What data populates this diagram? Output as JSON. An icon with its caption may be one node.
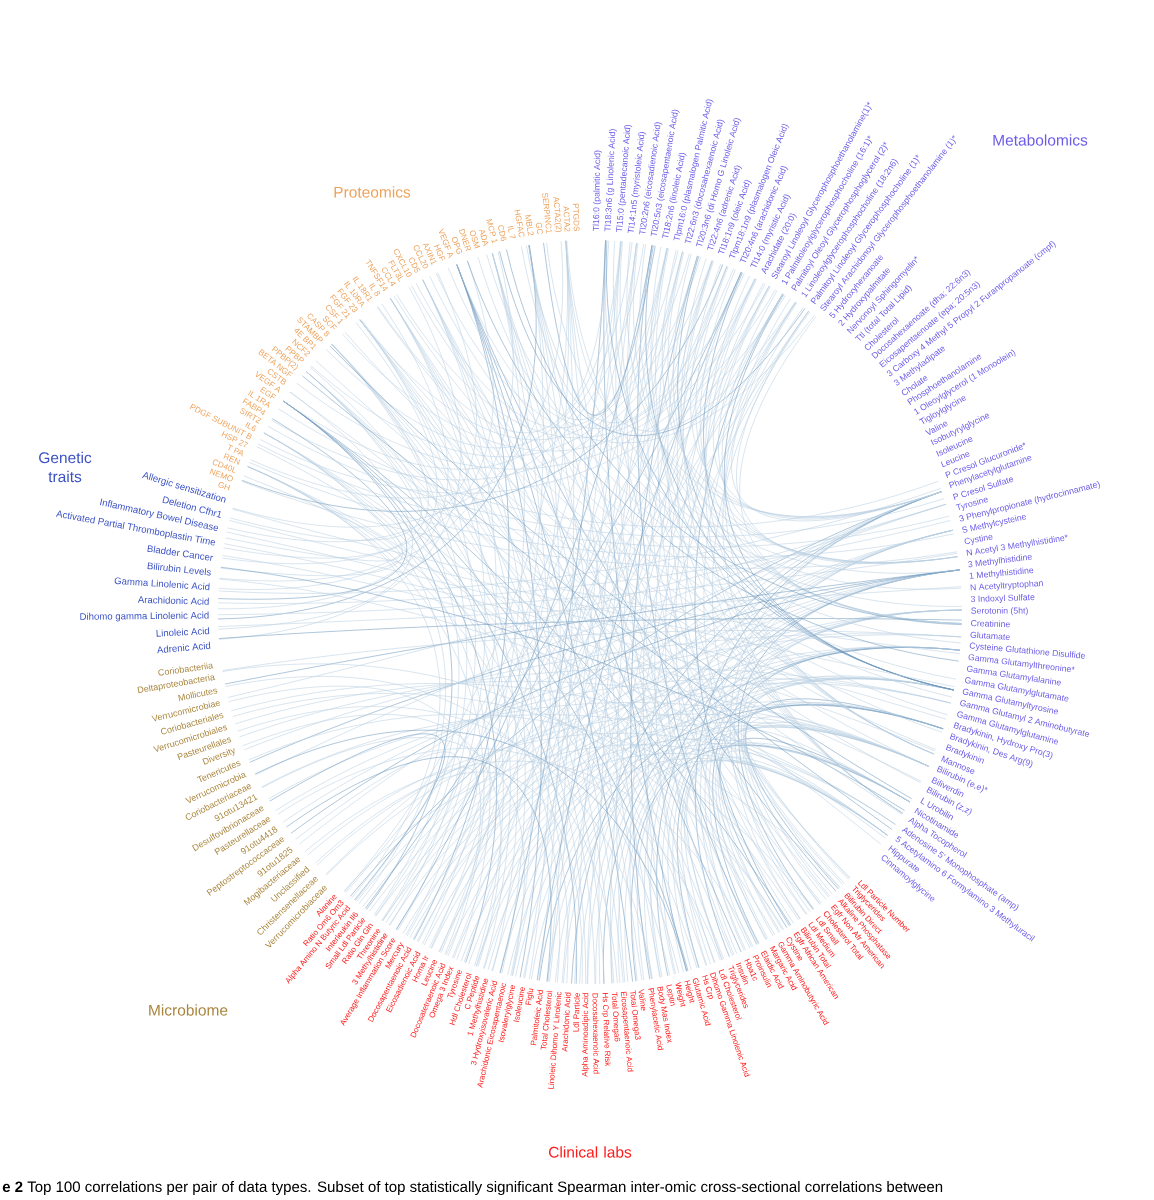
{
  "diagram": {
    "caption": "**e 2** Top 100 correlations per pair of data types. Subset of top statistically significant Spearman inter-omic cross-sectional correlations between",
    "labels": [
      "Metabolomics",
      "Tl16:0 (palmitic Acid)",
      "Tl18:3n6 (g Linolenic Acid)",
      "Tl15:0 (pentadecanoic Acid)",
      "Tl14:1n5 (myristoleic Acid)",
      "Tl20:2n6 (eicosadienoic Acid)",
      "Tl20:5n3 (eicosapentaenoic Acid)",
      "Tl18:2n6 (linoleic Acid)",
      "Tlpm16:0 (plasmalogen Palmitic Acid)",
      "Tl22:6n3 (docosahexaenoic Acid)",
      "Tl20:3n6 (di Homo G Linoleic Acid)",
      "Tl22:4n6 (adrenic Acid)",
      "Tl18:1n9 (oleic Acid)",
      "Tlpm18:1n9 (plasmalogen Oleic Acid)",
      "Tl20:4n6 (arachidonic Acid)",
      "Tl14:0 (myristic Acid)",
      "Arachidate (20:0)",
      "Stearoyl Linoleoyl Glycerophosphoethanolamine(1)*",
      "1 Palmitoleoylglycerophosphocholine (16:1)*",
      "Palmitoyl Oleoyl Glycerophosphoglycerol (2)*",
      "1 Linoleoylglycerophosphocholine (18:2n6)",
      "Palmitoyl Linoleoyl Glycerophosphocholine (1)*",
      "Stearoyl Arachidonoyl Glycerophosphoethanolamine (1)*",
      "5 Hydroxyhexanoate",
      "2 Hydroxypalmitate",
      "Nervonoyl Sphingomyelin*",
      "Ttl (total Total Lipid)",
      "Cholesterol",
      "Docosahexaenoate (dha; 22:6n3)",
      "Eicosapentaenoate (epa; 20:5n3)",
      "3 Carboxy 4 Methyl 5 Propyl 2 Furanpropanoate (cmpf)",
      "3 Methyladipate",
      "Cholate",
      "Phosphoethanolamine",
      "1 Oleoylglycerol (1 Monoolein)",
      "Tigloylglycine",
      "Valine",
      "Isobutyrylglycine",
      "Isoleucine",
      "Leucine",
      "P Cresol Glucuronide*",
      "Phenylacetylglutamine",
      "P Cresol Sulfate",
      "Tyrosine",
      "3 Phenylpropionate (hydrocinnamate)",
      "S Methylcysteine",
      "Cystine",
      "N Acetyl 3 Methylhistidine*",
      "3 Methylhistidine",
      "1 Methylhistidine",
      "N Acetyltryptophan",
      "3 Indoxyl Sulfate",
      "Serotonin (5ht)",
      "Creatinine",
      "Glutamate",
      "Cysteine Glutathione Disulfide",
      "Gamma Glutamylthreonine*",
      "Gamma Glutamylalanine",
      "Gamma Glutamylglutamate",
      "Gamma Glutamyltyrosine",
      "Gamma Glutamyl 2 Aminobutyrate",
      "Gamma Glutamylglutamine",
      "Bradykinin, Hydroxy Pro(3)",
      "Bradykinin, Des Arg(9)",
      "Bradykinin",
      "Mannose",
      "Bilirubin (e,e)*",
      "Biliverdin",
      "Bilirubin (z,z)",
      "L Urobilin",
      "Nicotinamide",
      "Alpha Tocopherol",
      "Adenosine 5' Monophosphate (amp)",
      "5 Acetylamino 6 Formylamino 3 Methyluracil",
      "Hippurate",
      "Cinnamoylglycine",
      "Alanine",
      "Ratio Om6 Om3",
      "Alpha Amino N Butyric Acid",
      "Interleukin Il6",
      "Small Ldl Particle",
      "Ratio Gln Gln",
      "Threonine",
      "3 Methylhistidine",
      "Average Inflammation Score",
      "Mercury",
      "Docosapentaenoic Acid",
      "Eicosadienoic Acid",
      "Homa Ir",
      "Leucine",
      "Docosatetraenoic Acid",
      "Omega 3 Index",
      "Tyrosine",
      "Hdl Cholesterol",
      "C Peptide",
      "1 Methylhistidine",
      "3 Hydroxyisovaleric Acid",
      "Arachidonic Eicosapentaenoic",
      "Isovalerylglycine",
      "Isoleucine",
      "Figlu",
      "Palmitoleic Acid",
      "Total Cholesterol",
      "Linoleic Dihomo Y Linolenic",
      "Arachidonic Acid",
      "Ldl Particle",
      "Alpha Aminoadipic Acid",
      "Docosahexaenoic Acid",
      "Hs Crp Relative Risk",
      "Total Omega6",
      "Eicosapentaenoic Acid",
      "Total Omega3",
      "Valine",
      "Phenylacetic Acid",
      "Body Mas Index",
      "Leptin",
      "Weight",
      "Height",
      "Glutamic Acid",
      "Hs Crp",
      "Dihomo Gamma Linolenic Acid",
      "Ldl Cholesterol",
      "Triglycerides",
      "Insulin",
      "Hba1c",
      "Proinsulin",
      "Elaidic Acid",
      "Margaric Acid",
      "Gamma Aminobutyric Acid",
      "Cystine",
      "Egfr African American",
      "Bilirubin Total",
      "Ldl Medium",
      "Ldl Small",
      "Cholesterol Total",
      "Egfr Non Afr American",
      "Alkaline Phosphatase",
      "Bilirubin Direct",
      "Triglycerides",
      "Ldl Particle Number",
      "Clinical labs",
      "Verrucomicrobiaceae",
      "Christensenellaceae",
      "Unclassified",
      "Mogibacteriaceae",
      "91otu1825",
      "Peptostreptococcaceae",
      "91otu4418",
      "Pasteurellaceae",
      "Desulfovibrionaceae",
      "91otu13421",
      "Coriobacteriaceae",
      "Verrucomicrobia",
      "Tenericutes",
      "Diversity",
      "Pasteurellales",
      "Verrucomicrobiales",
      "Coriobacteriales",
      "Verrucomicrobiae",
      "Mollicutes",
      "Deltaproteobacteria",
      "Coriobacteriia",
      "Microbiome",
      "Adrenic Acid",
      "Linoleic Acid",
      "Dihomo gamma Linolenic Acid",
      "Arachidonic Acid",
      "Gamma Linolenic Acid",
      "Bilirubin Levels",
      "Bladder Cancer",
      "Activated Partial Thromboplastin Time",
      "Inflammatory Bowel Disease",
      "Deletion Cfhr1",
      "Allergic sensitization",
      "Genetic traits",
      "GH",
      "NEMO",
      "CD40L",
      "REN",
      "T PA",
      "HSP 27",
      "PDGF SUBUNIT B",
      "IL6",
      "SIRT2",
      "FABP4",
      "IL 1RA",
      "EGF",
      "VEGF A",
      "CSTB",
      "BETA NGF",
      "PPBP(2)",
      "PPBP",
      "NCF2",
      "4E BP1",
      "STAMBP",
      "CASP 8",
      "SCF",
      "CSF 1",
      "FGF 21",
      "FGF 23",
      "IL 10RA",
      "IL 18R1",
      "IL 8",
      "TNFSF14",
      "CCL4",
      "FLT3L",
      "CXCL10",
      "CD5",
      "CCL20",
      "AXIN1",
      "HGF",
      "VEGF A",
      "OPG",
      "DNER",
      "OSM",
      "ADA",
      "MCP 1",
      "CD6",
      "IL 7",
      "HGFAC",
      "MBL2",
      "GC",
      "SERPINC1",
      "ACTA2(2)",
      "ACTA2",
      "PTGDS",
      "Proteomics"
    ]
  }
}
